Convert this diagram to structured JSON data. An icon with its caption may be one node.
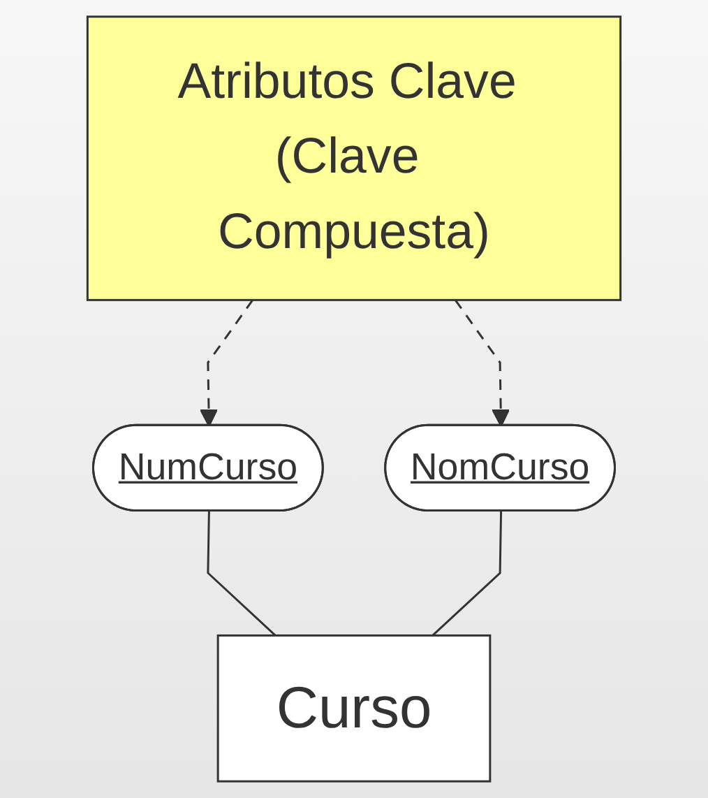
{
  "diagram": {
    "nodes": [
      {
        "text": [
          "Atributos Clave (Clave Compuesta)"
        ]
      },
      {
        "text": [
          "NumCurso"
        ]
      },
      {
        "text": [
          "NomCurso"
        ]
      },
      {
        "text": [
          "Curso"
        ]
      }
    ],
    "edges": [
      {
        "from": 0,
        "to": 1,
        "arrow": "to",
        "style": "dashed"
      },
      {
        "from": 0,
        "to": 2,
        "arrow": "to",
        "style": "dashed"
      },
      {
        "from": 1,
        "to": 3,
        "arrow": "none"
      },
      {
        "from": 2,
        "to": 3,
        "arrow": "none"
      }
    ]
  }
}
